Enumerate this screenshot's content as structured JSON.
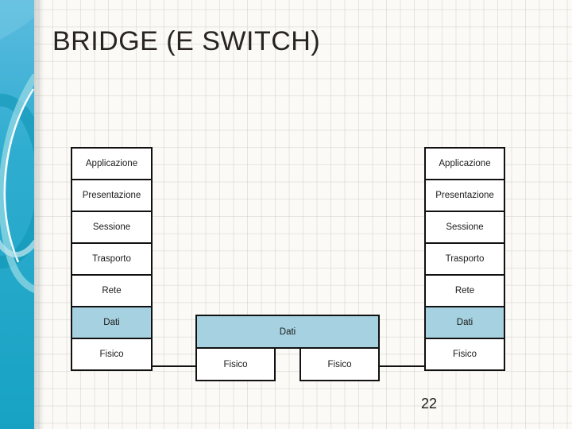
{
  "slide": {
    "title": "BRIDGE (E SWITCH)",
    "page_number": "22"
  },
  "colors": {
    "sidebar_teal": "#1fa6c6",
    "sidebar_light_teal": "#5cbbdf",
    "sidebar_swirl_dark": "#0d93b3",
    "sidebar_swirl_light": "#9adbe6",
    "highlight_fill": "#a6d1e0",
    "box_border": "#111111",
    "title_color": "#29241f"
  },
  "diagram": {
    "osi_layers": [
      "Applicazione",
      "Presentazione",
      "Sessione",
      "Trasporto",
      "Rete",
      "Dati",
      "Fisico"
    ],
    "highlight_layer": "Dati",
    "bridge": {
      "dati": "Dati",
      "fisico_left": "Fisico",
      "fisico_right": "Fisico"
    }
  }
}
